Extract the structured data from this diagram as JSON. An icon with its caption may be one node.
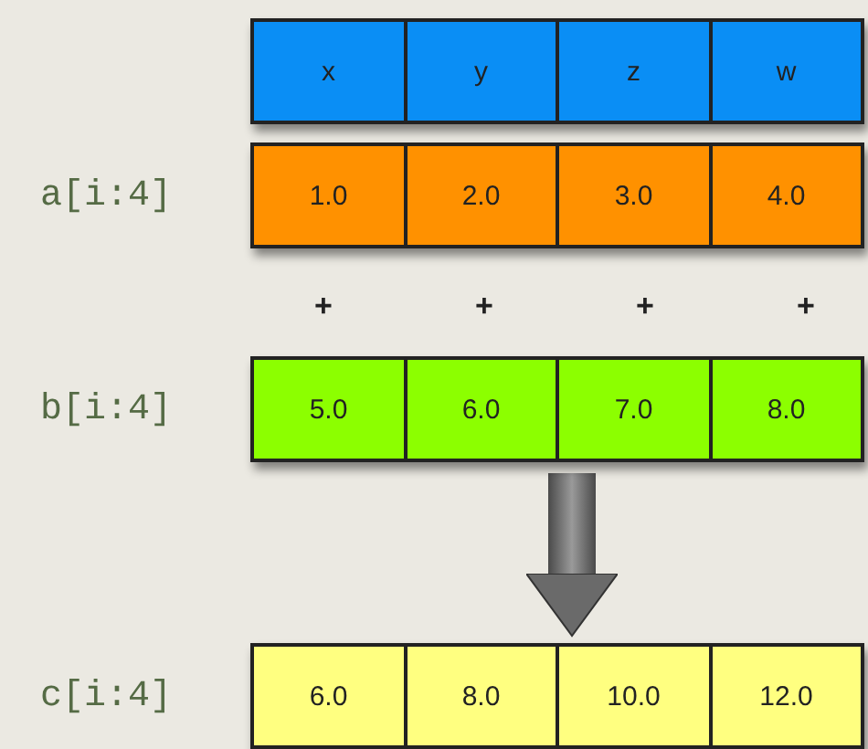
{
  "diagram": {
    "nodes": [
      {
        "text": [],
        "shape": "bar"
      },
      {
        "text": [
          "x"
        ],
        "in": 0
      },
      {
        "text": [
          "y"
        ],
        "in": 0
      },
      {
        "text": [
          "z"
        ],
        "in": 0
      },
      {
        "text": [
          "w"
        ],
        "in": 0
      },
      {
        "text": [],
        "shape": "bar"
      },
      {
        "text": [
          "1.0"
        ],
        "in": 5
      },
      {
        "text": [
          "2.0"
        ],
        "in": 5
      },
      {
        "text": [
          "3.0"
        ],
        "in": 5
      },
      {
        "text": [
          "4.0"
        ],
        "in": 5
      },
      {
        "text": [],
        "shape": "bar"
      },
      {
        "text": [
          "5.0"
        ],
        "in": 10
      },
      {
        "text": [
          "6.0"
        ],
        "in": 10
      },
      {
        "text": [
          "7.0"
        ],
        "in": 10
      },
      {
        "text": [
          "8.0"
        ],
        "in": 10
      },
      {
        "text": [],
        "shape": "bar"
      },
      {
        "text": [
          "6.0"
        ],
        "in": 15
      },
      {
        "text": [
          "8.0"
        ],
        "in": 15
      },
      {
        "text": [
          "10.0"
        ],
        "in": 15
      },
      {
        "text": [
          "12.0"
        ],
        "in": 15
      }
    ],
    "edges": [
      {
        "from": 10,
        "to": 15,
        "arrow": "to",
        "style": "thick"
      }
    ],
    "labels": [
      "a[i:4]",
      "+",
      "+",
      "+",
      "+",
      "b[i:4]",
      "c[i:4]"
    ]
  }
}
